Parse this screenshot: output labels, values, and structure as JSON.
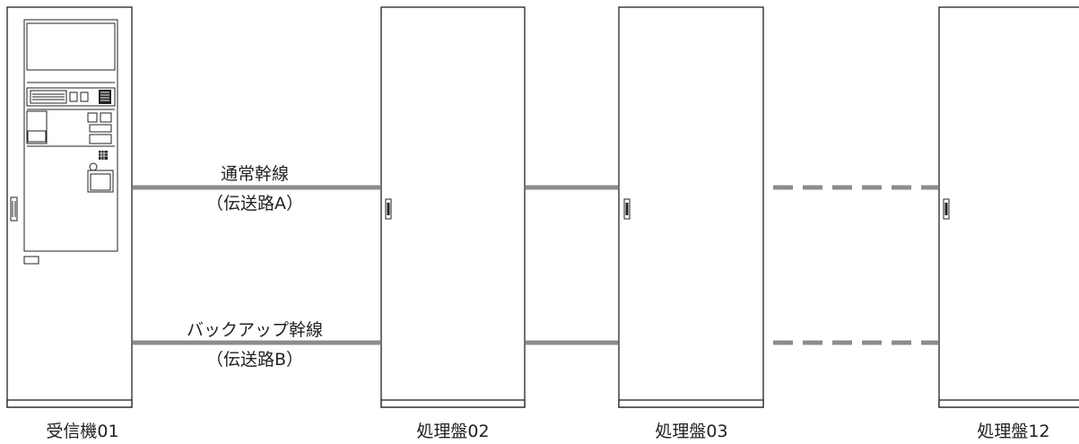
{
  "cabinets": [
    {
      "id": "receiver",
      "label": "受信機01"
    },
    {
      "id": "panel02",
      "label": "処理盤02"
    },
    {
      "id": "panel03",
      "label": "処理盤03"
    },
    {
      "id": "panel12",
      "label": "処理盤12"
    }
  ],
  "lines": {
    "normal": {
      "name": "通常幹線",
      "path": "（伝送路A）"
    },
    "backup": {
      "name": "バックアップ幹線",
      "path": "（伝送路B）"
    }
  },
  "colors": {
    "line": "#8c8c8c",
    "outline": "#222222",
    "background": "#ffffff"
  }
}
